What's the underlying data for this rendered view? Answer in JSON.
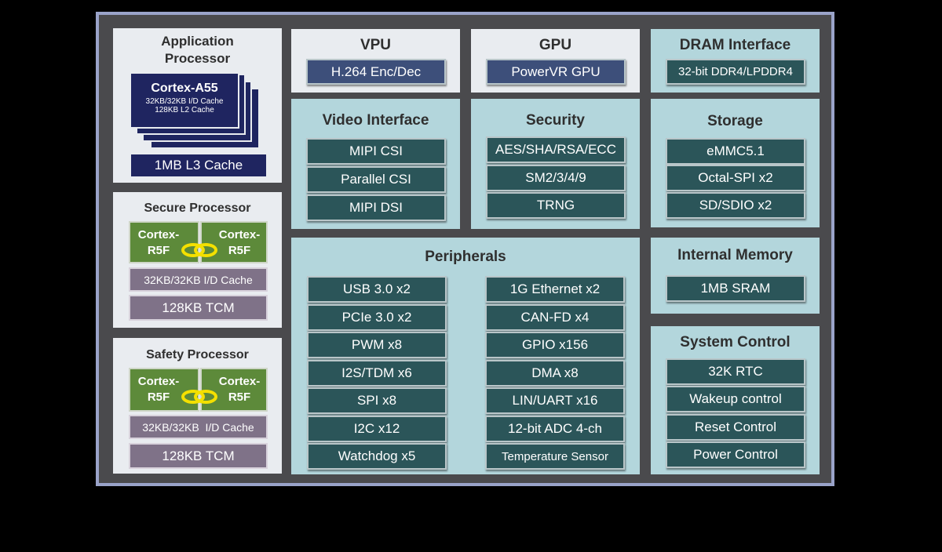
{
  "app_processor": {
    "title": "Application Processor",
    "core": "Cortex-A55",
    "core_cache_1": "32KB/32KB I/D Cache",
    "core_cache_2": "128KB L2 Cache",
    "l3": "1MB L3 Cache"
  },
  "secure_processor": {
    "title": "Secure Processor",
    "core_left": "Cortex-R5F",
    "core_right": "Cortex-R5F",
    "cache": "32KB/32KB I/D Cache",
    "tcm": "128KB TCM"
  },
  "safety_processor": {
    "title": "Safety Processor",
    "core_left": "Cortex-R5F",
    "core_right": "Cortex-R5F",
    "cache": "32KB/32KB  I/D Cache",
    "tcm": "128KB TCM"
  },
  "vpu": {
    "title": "VPU",
    "items": [
      "H.264 Enc/Dec"
    ]
  },
  "gpu": {
    "title": "GPU",
    "items": [
      "PowerVR GPU"
    ]
  },
  "dram": {
    "title": "DRAM Interface",
    "items": [
      "32-bit DDR4/LPDDR4"
    ]
  },
  "video": {
    "title": "Video Interface",
    "items": [
      "MIPI CSI",
      "Parallel CSI",
      "MIPI DSI"
    ]
  },
  "security": {
    "title": "Security",
    "items": [
      "AES/SHA/RSA/ECC",
      "SM2/3/4/9",
      "TRNG"
    ]
  },
  "storage": {
    "title": "Storage",
    "items": [
      "eMMC5.1",
      "Octal-SPI x2",
      "SD/SDIO x2"
    ]
  },
  "peripherals": {
    "title": "Peripherals",
    "left": [
      "USB 3.0 x2",
      "PCIe 3.0 x2",
      "PWM x8",
      "I2S/TDM x6",
      "SPI x8",
      "I2C x12",
      "Watchdog x5"
    ],
    "right": [
      "1G Ethernet x2",
      "CAN-FD x4",
      "GPIO x156",
      "DMA x8",
      "LIN/UART x16",
      "12-bit ADC 4-ch",
      "Temperature Sensor"
    ]
  },
  "internal_memory": {
    "title": "Internal Memory",
    "items": [
      "1MB SRAM"
    ]
  },
  "system_control": {
    "title": "System Control",
    "items": [
      "32K RTC",
      "Wakeup control",
      "Reset Control",
      "Power Control"
    ]
  }
}
